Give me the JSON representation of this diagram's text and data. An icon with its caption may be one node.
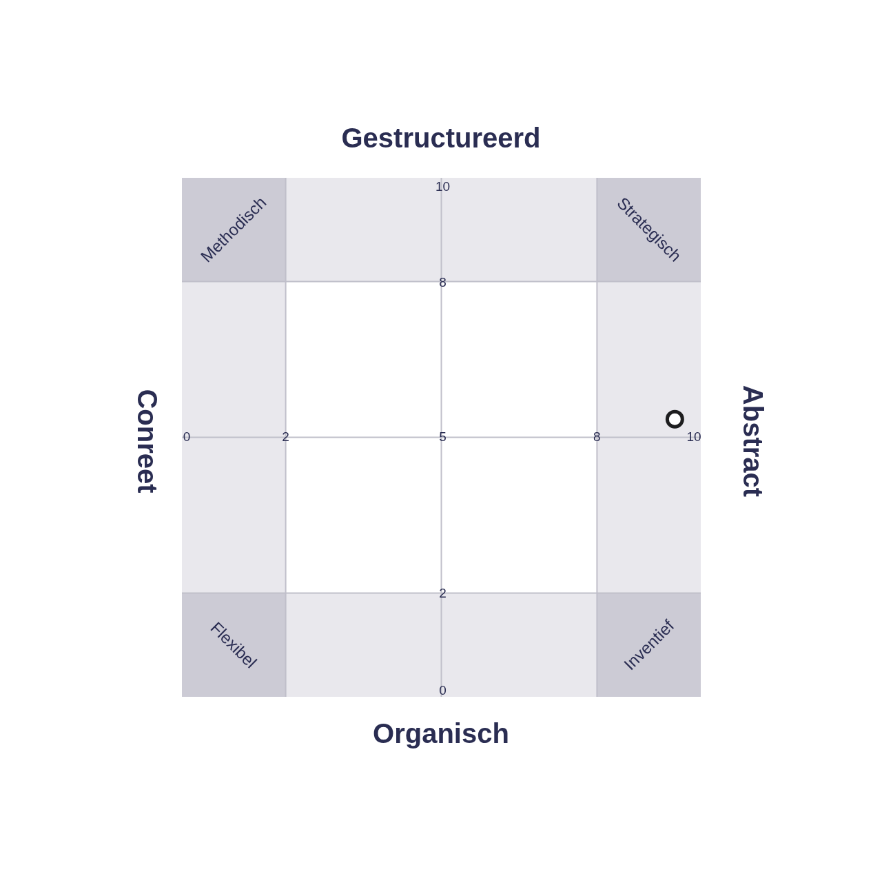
{
  "diagram": {
    "nodes": [
      {
        "text": [
          "Methodisch"
        ]
      },
      {
        "text": [
          "Strategisch"
        ]
      },
      {
        "text": [
          "Flexibel"
        ]
      },
      {
        "text": [
          "Inventief"
        ]
      }
    ],
    "labels": [
      "Gestructureerd",
      "10",
      "8",
      "Conreet",
      "0",
      "2",
      "5",
      "8",
      "10",
      "Abstract",
      "2",
      "0",
      "Organisch"
    ]
  }
}
